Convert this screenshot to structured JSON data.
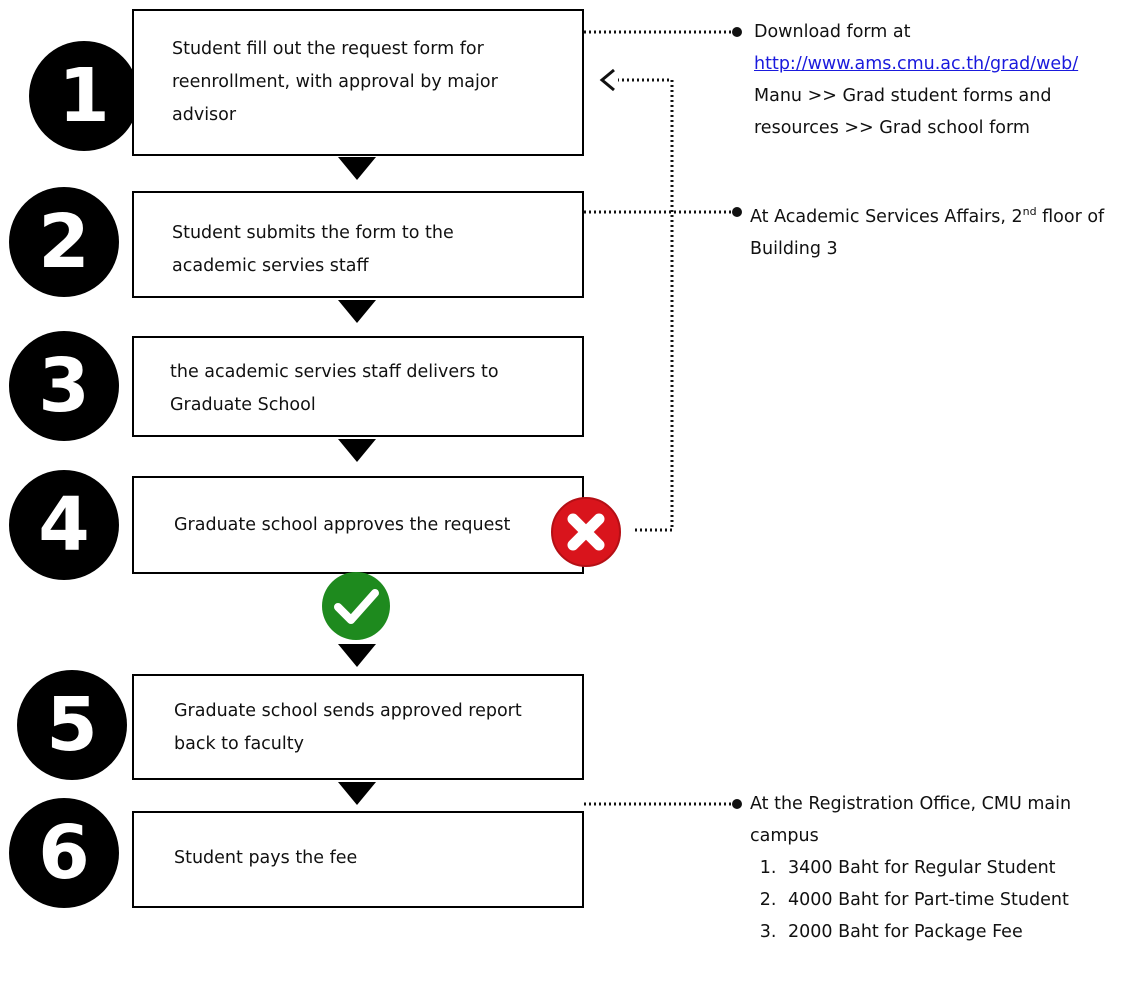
{
  "steps": [
    {
      "number": "1",
      "text": "Student fill out the request form for reenrollment, with approval by major advisor"
    },
    {
      "number": "2",
      "text": "Student submits the form to the academic servies staff"
    },
    {
      "number": "3",
      "text": "the academic servies staff delivers to Graduate School"
    },
    {
      "number": "4",
      "text": "Graduate school approves the request"
    },
    {
      "number": "5",
      "text": "Graduate school sends approved report back to faculty"
    },
    {
      "number": "6",
      "text": "Student pays the fee"
    }
  ],
  "notes": {
    "download": {
      "line1": "Download form at",
      "link": "http://www.ams.cmu.ac.th/grad/web/",
      "line3": "Manu >> Grad student forms and resources >> Grad school form"
    },
    "submit": {
      "before": "At Academic Services Affairs, 2",
      "sup": "nd",
      "after": " floor of Building 3"
    },
    "fee": {
      "line1": "At the Registration Office, CMU main campus",
      "items": [
        "3400 Baht for Regular Student",
        "4000 Baht for Part-time Student",
        "2000 Baht for Package Fee"
      ]
    }
  },
  "decision": {
    "reject_icon": "x-circle-icon",
    "approve_icon": "check-circle-icon",
    "reject_color": "#d9141c",
    "approve_color": "#1e8a1e"
  }
}
